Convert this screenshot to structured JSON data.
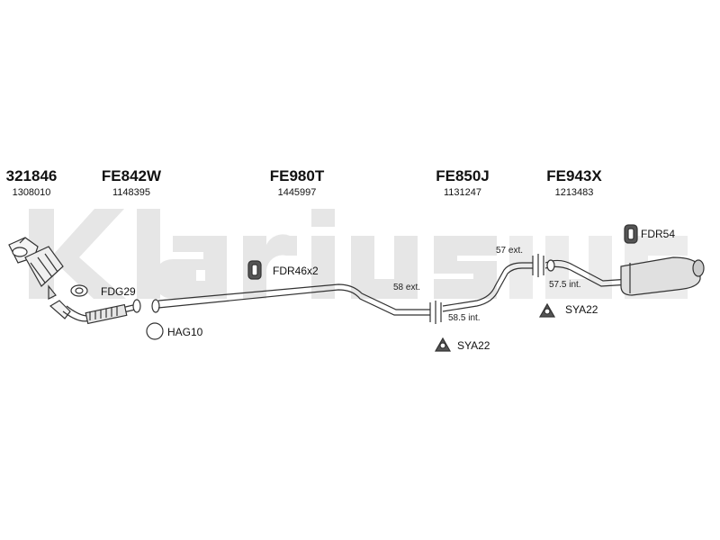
{
  "brand": {
    "watermark": "Klarius"
  },
  "parts": [
    {
      "code": "321846",
      "number": "1308010"
    },
    {
      "code": "FE842W",
      "number": "1148395"
    },
    {
      "code": "FE980T",
      "number": "1445997"
    },
    {
      "code": "FE850J",
      "number": "1131247"
    },
    {
      "code": "FE943X",
      "number": "1213483"
    }
  ],
  "accessories": {
    "fdg29": "FDG29",
    "hag10": "HAG10",
    "fdr46": "FDR46x2",
    "fdr54": "FDR54",
    "sya22_a": "SYA22",
    "sya22_b": "SYA22"
  },
  "dimensions": {
    "ext58": "58 ext.",
    "int58_5": "58.5 int.",
    "ext57": "57 ext.",
    "int57_5": "57.5 int."
  }
}
